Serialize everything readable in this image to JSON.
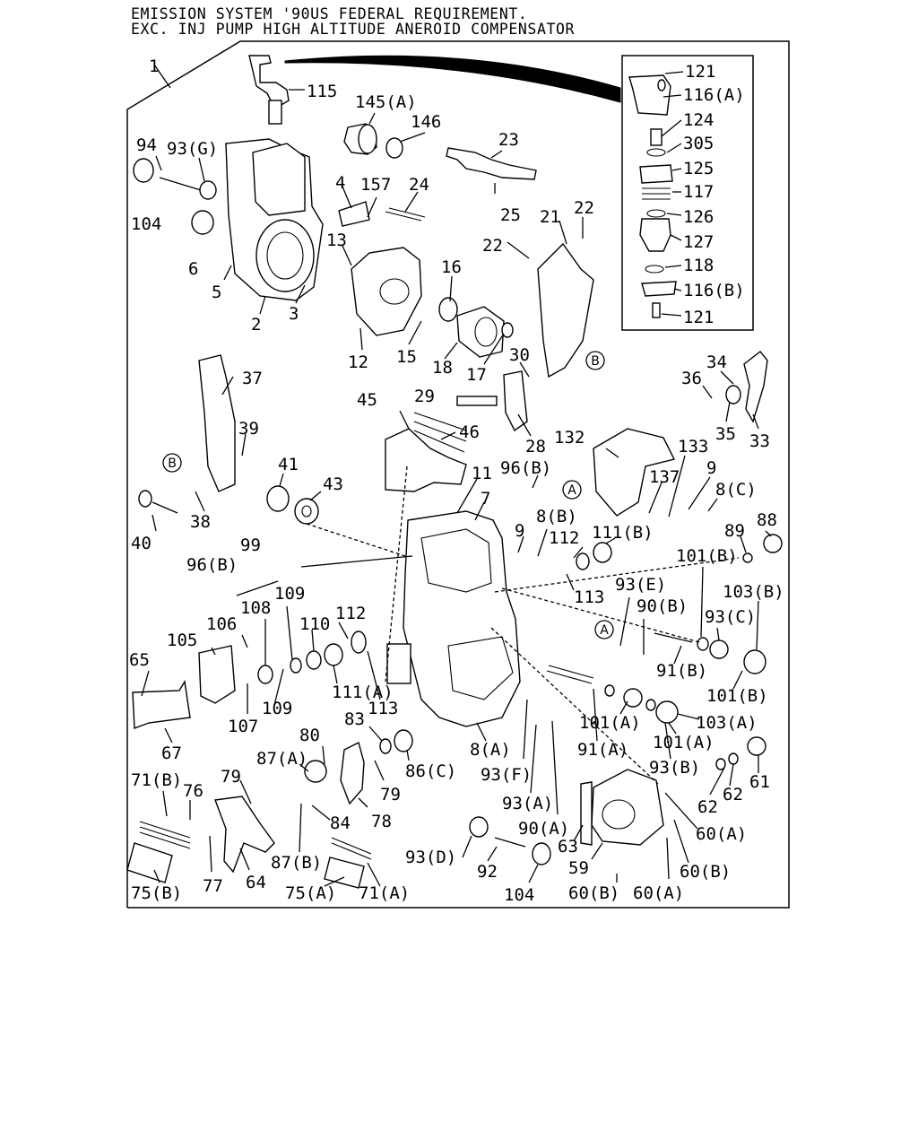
{
  "title": {
    "line1": "EMISSION SYSTEM '90US FEDERAL REQUIREMENT.",
    "line2": "EXC. INJ PUMP HIGH ALTITUDE ANEROID COMPENSATOR"
  },
  "callouts": [
    "A",
    "B"
  ],
  "labels": [
    "1",
    "115",
    "145(A)",
    "146",
    "23",
    "94",
    "93(G)",
    "4",
    "157",
    "24",
    "104",
    "6",
    "13",
    "25",
    "5",
    "2",
    "3",
    "22",
    "21",
    "22",
    "16",
    "12",
    "15",
    "18",
    "17",
    "30",
    "37",
    "29",
    "45",
    "46",
    "28",
    "39",
    "41",
    "43",
    "38",
    "40",
    "11",
    "7",
    "96(B)",
    "9",
    "8(B)",
    "112",
    "111(B)",
    "113",
    "99",
    "96(B)",
    "109",
    "108",
    "106",
    "105",
    "110",
    "112",
    "111(A)",
    "113",
    "107",
    "109",
    "65",
    "67",
    "83",
    "86(C)",
    "80",
    "87(A)",
    "79",
    "79",
    "78",
    "84",
    "87(B)",
    "71(B)",
    "76",
    "77",
    "64",
    "75(B)",
    "75(A)",
    "71(A)",
    "93(D)",
    "92",
    "104",
    "93(A)",
    "90(A)",
    "63",
    "59",
    "60(B)",
    "60(A)",
    "60(B)",
    "60(A)",
    "62",
    "62",
    "61",
    "93(B)",
    "101(A)",
    "103(A)",
    "101(B)",
    "93(C)",
    "103(B)",
    "91(B)",
    "90(B)",
    "93(E)",
    "101(B)",
    "89",
    "88",
    "8(C)",
    "9",
    "133",
    "137",
    "132",
    "36",
    "34",
    "35",
    "33",
    "8(A)",
    "93(F)",
    "91(A)",
    "101(A)",
    "121",
    "116(A)",
    "124",
    "305",
    "125",
    "117",
    "126",
    "127",
    "118",
    "116(B)",
    "121"
  ]
}
